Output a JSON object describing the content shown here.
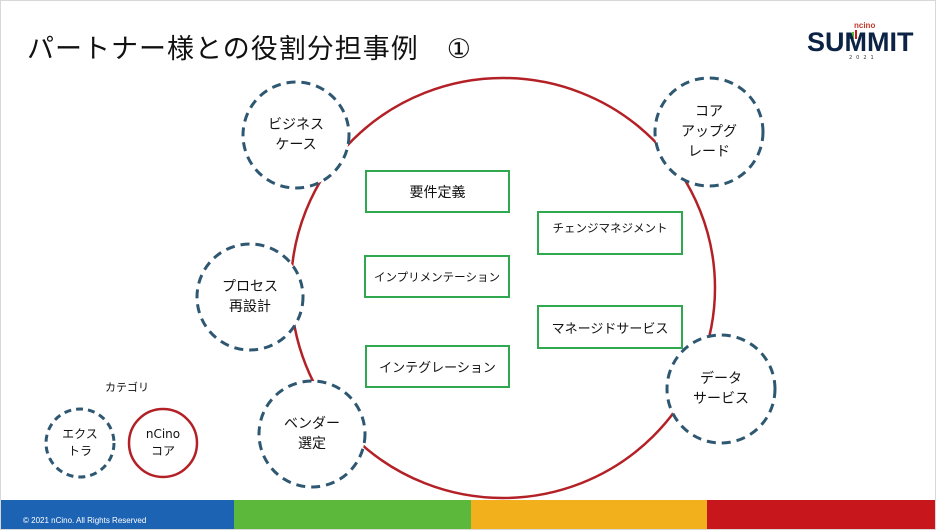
{
  "slide": {
    "title": "パートナー様との役割分担事例　①"
  },
  "logo": {
    "small": "ncino",
    "big": "SUMMIT",
    "year": "2021"
  },
  "circles": {
    "business_case": "ビジネス\nケース",
    "core_upgrade": "コア\nアップグ\nレード",
    "process_redesign": "プロセス\n再設計",
    "data_service": "データ\nサービス",
    "vendor_selection": "ベンダー\n選定"
  },
  "boxes": {
    "requirements": "要件定義",
    "change_management": "チェンジマネジメント",
    "implementation": "インプリメンテーション",
    "managed_service": "マネージドサービス",
    "integration": "インテグレーション"
  },
  "legend": {
    "category_label": "カテゴリ",
    "extra": "エクス\nトラ",
    "ncino_core": "nCino\nコア"
  },
  "footer": {
    "copyright": "© 2021 nCino. All Rights Reserved"
  },
  "colors": {
    "core_ring": "#b32025",
    "dashed_circle": "#2e5771",
    "box_border": "#2fa84f",
    "footer_blue": "#1c63b4",
    "footer_green": "#5cb83a",
    "footer_yellow": "#f2b11c",
    "footer_red": "#c8161d"
  }
}
